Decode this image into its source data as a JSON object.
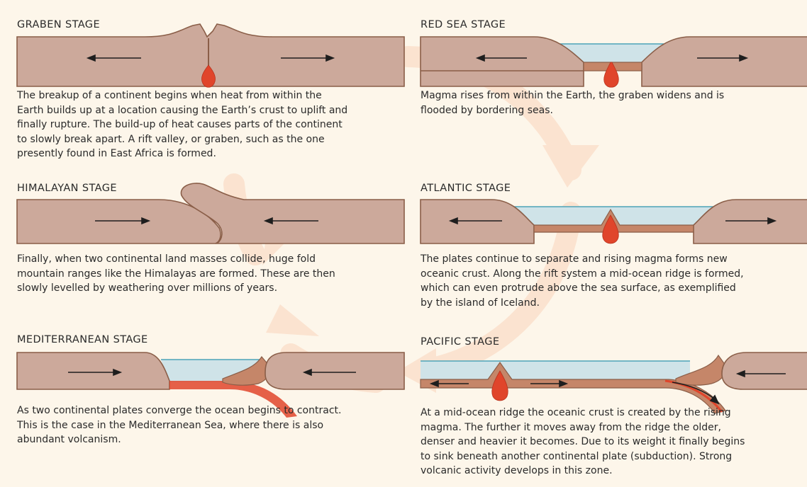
{
  "colors": {
    "background": "#fdf6ea",
    "cycle_arrows": "#fbe3d0",
    "crust_fill": "#cca99b",
    "crust_edge": "#8a5e48",
    "oceanic_crust": "#c58669",
    "water": "#cfe3e8",
    "water_line": "#4da3b8",
    "magma": "#e0452b",
    "arrow": "#1e1e1e"
  },
  "panels": [
    {
      "title": "GRABEN STAGE",
      "lines": [
        "The breakup of a continent begins when heat from within the",
        "Earth builds up at a location causing the Earth’s crust to uplift and",
        "finally rupture. The build-up of heat causes parts of the continent",
        "to slowly break apart. A rift valley, or graben, such as the one",
        "presently found in East Africa is formed."
      ]
    },
    {
      "title": "RED SEA STAGE",
      "lines": [
        "Magma rises from within the Earth, the graben widens and is",
        "flooded by bordering seas."
      ]
    },
    {
      "title": "HIMALAYAN STAGE",
      "lines": [
        "Finally, when two continental land masses collide, huge fold",
        "mountain ranges like the Himalayas are formed. These are then",
        "slowly levelled by weathering over millions of years."
      ]
    },
    {
      "title": "ATLANTIC STAGE",
      "lines": [
        "The plates continue to separate and rising magma forms new",
        "oceanic crust. Along the rift system a mid-ocean ridge is formed,",
        "which can even protrude above the sea surface, as exemplified",
        "by the island of Iceland."
      ]
    },
    {
      "title": "MEDITERRANEAN STAGE",
      "lines": [
        "As two continental plates converge the ocean begins to contract.",
        "This is the case in the Mediterranean Sea, where there is also",
        "abundant volcanism."
      ]
    },
    {
      "title": "PACIFIC STAGE",
      "lines": [
        "At a mid-ocean ridge the oceanic crust is created by the rising",
        "magma. The further it moves away from the ridge the older,",
        "denser and heavier it becomes. Due to its weight it finally begins",
        "to sink beneath another continental plate (subduction). Strong",
        "volcanic activity develops in this zone."
      ]
    }
  ]
}
